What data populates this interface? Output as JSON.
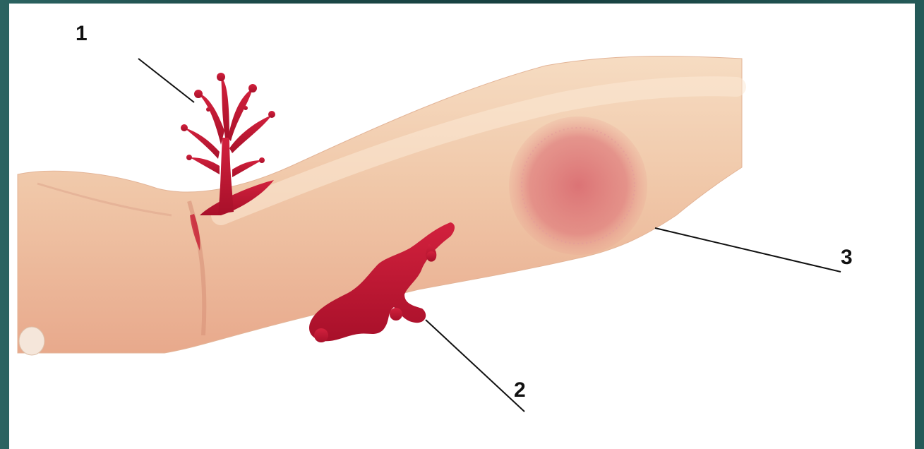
{
  "labels": {
    "one": "1",
    "two": "2",
    "three": "3"
  },
  "colors": {
    "frame": "#1f4f4e",
    "background": "#ffffff",
    "skin": "#f2c9a8",
    "blood": "#c4122c",
    "bruise": "#d9747a",
    "leader_line": "#111111"
  }
}
